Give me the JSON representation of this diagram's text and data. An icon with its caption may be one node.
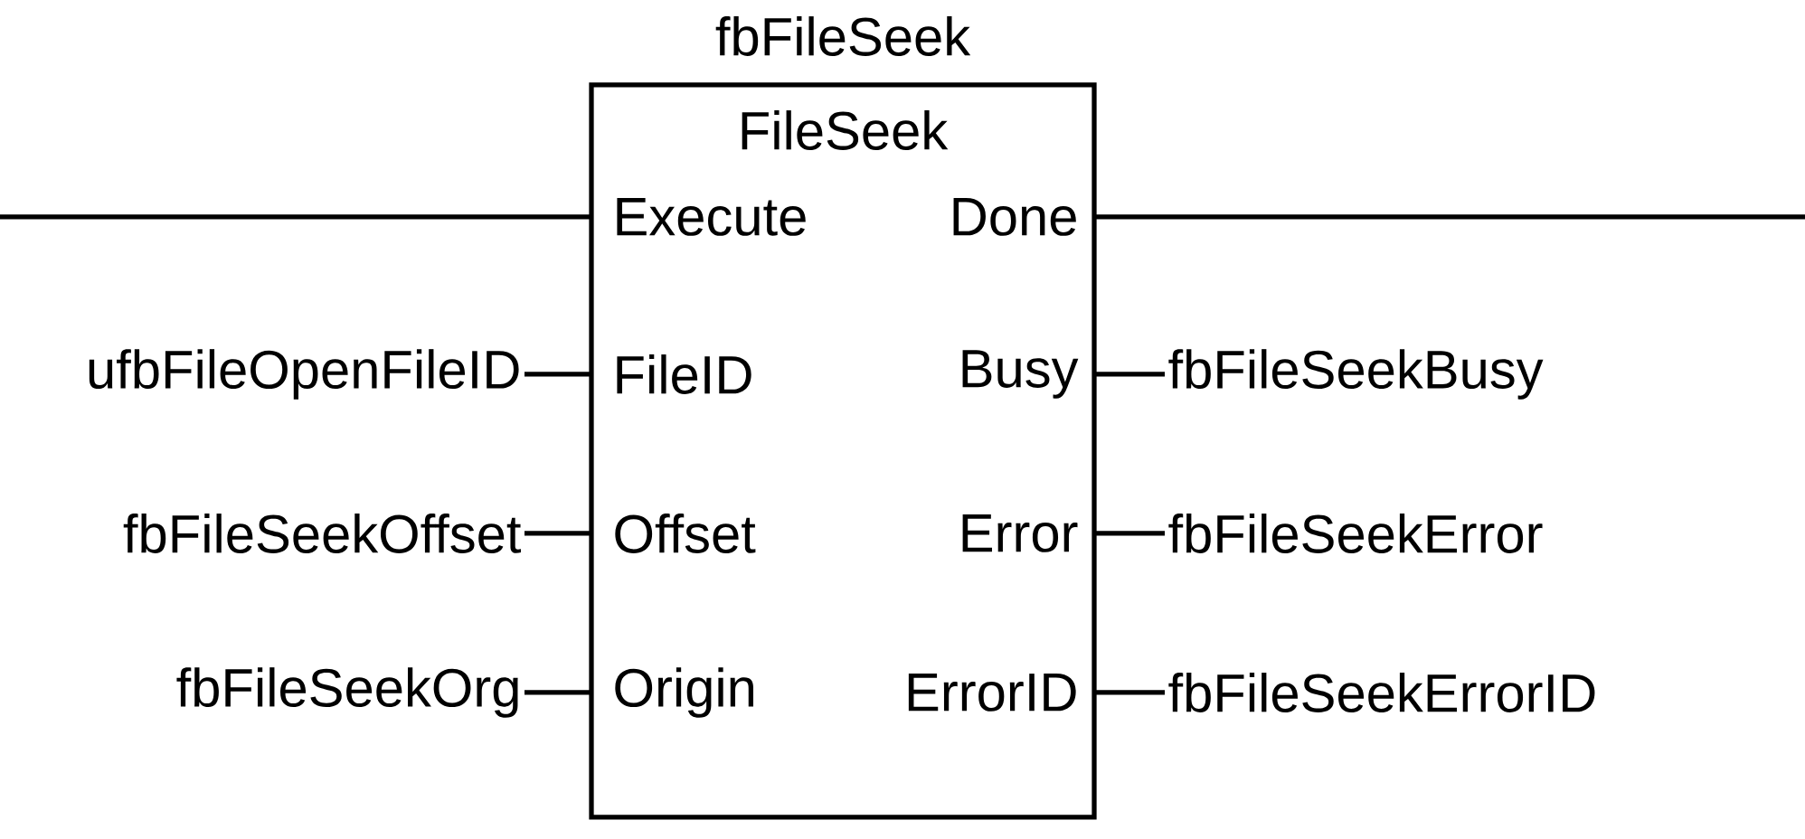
{
  "diagram": {
    "nodes": [
      {
        "text": [
          "fbFileSeek",
          "FileSeek"
        ]
      },
      {
        "text": [
          "Execute"
        ],
        "in": 0
      },
      {
        "text": [
          "Done"
        ],
        "in": 0
      },
      {
        "text": [
          "FileID"
        ],
        "in": 0
      },
      {
        "text": [
          "Busy"
        ],
        "in": 0
      },
      {
        "text": [
          "Offset"
        ],
        "in": 0
      },
      {
        "text": [
          "Error"
        ],
        "in": 0
      },
      {
        "text": [
          "Origin"
        ],
        "in": 0
      },
      {
        "text": [
          "ErrorID"
        ],
        "in": 0
      },
      {
        "text": [
          "ufbFileOpenFileID"
        ]
      },
      {
        "text": [
          "fbFileSeekBusy"
        ]
      },
      {
        "text": [
          "fbFileSeekOffset"
        ]
      },
      {
        "text": [
          "fbFileSeekError"
        ]
      },
      {
        "text": [
          "fbFileSeekOrg"
        ]
      },
      {
        "text": [
          "fbFileSeekErrorID"
        ]
      }
    ],
    "edges": [
      {
        "from": null,
        "to": 1,
        "arrow": "none"
      },
      {
        "from": 2,
        "to": null,
        "arrow": "none"
      },
      {
        "from": 9,
        "to": 3,
        "arrow": "none"
      },
      {
        "from": 4,
        "to": 10,
        "arrow": "none"
      },
      {
        "from": 11,
        "to": 5,
        "arrow": "none"
      },
      {
        "from": 6,
        "to": 12,
        "arrow": "none"
      },
      {
        "from": 13,
        "to": 7,
        "arrow": "none"
      },
      {
        "from": 8,
        "to": 14,
        "arrow": "none"
      }
    ]
  }
}
